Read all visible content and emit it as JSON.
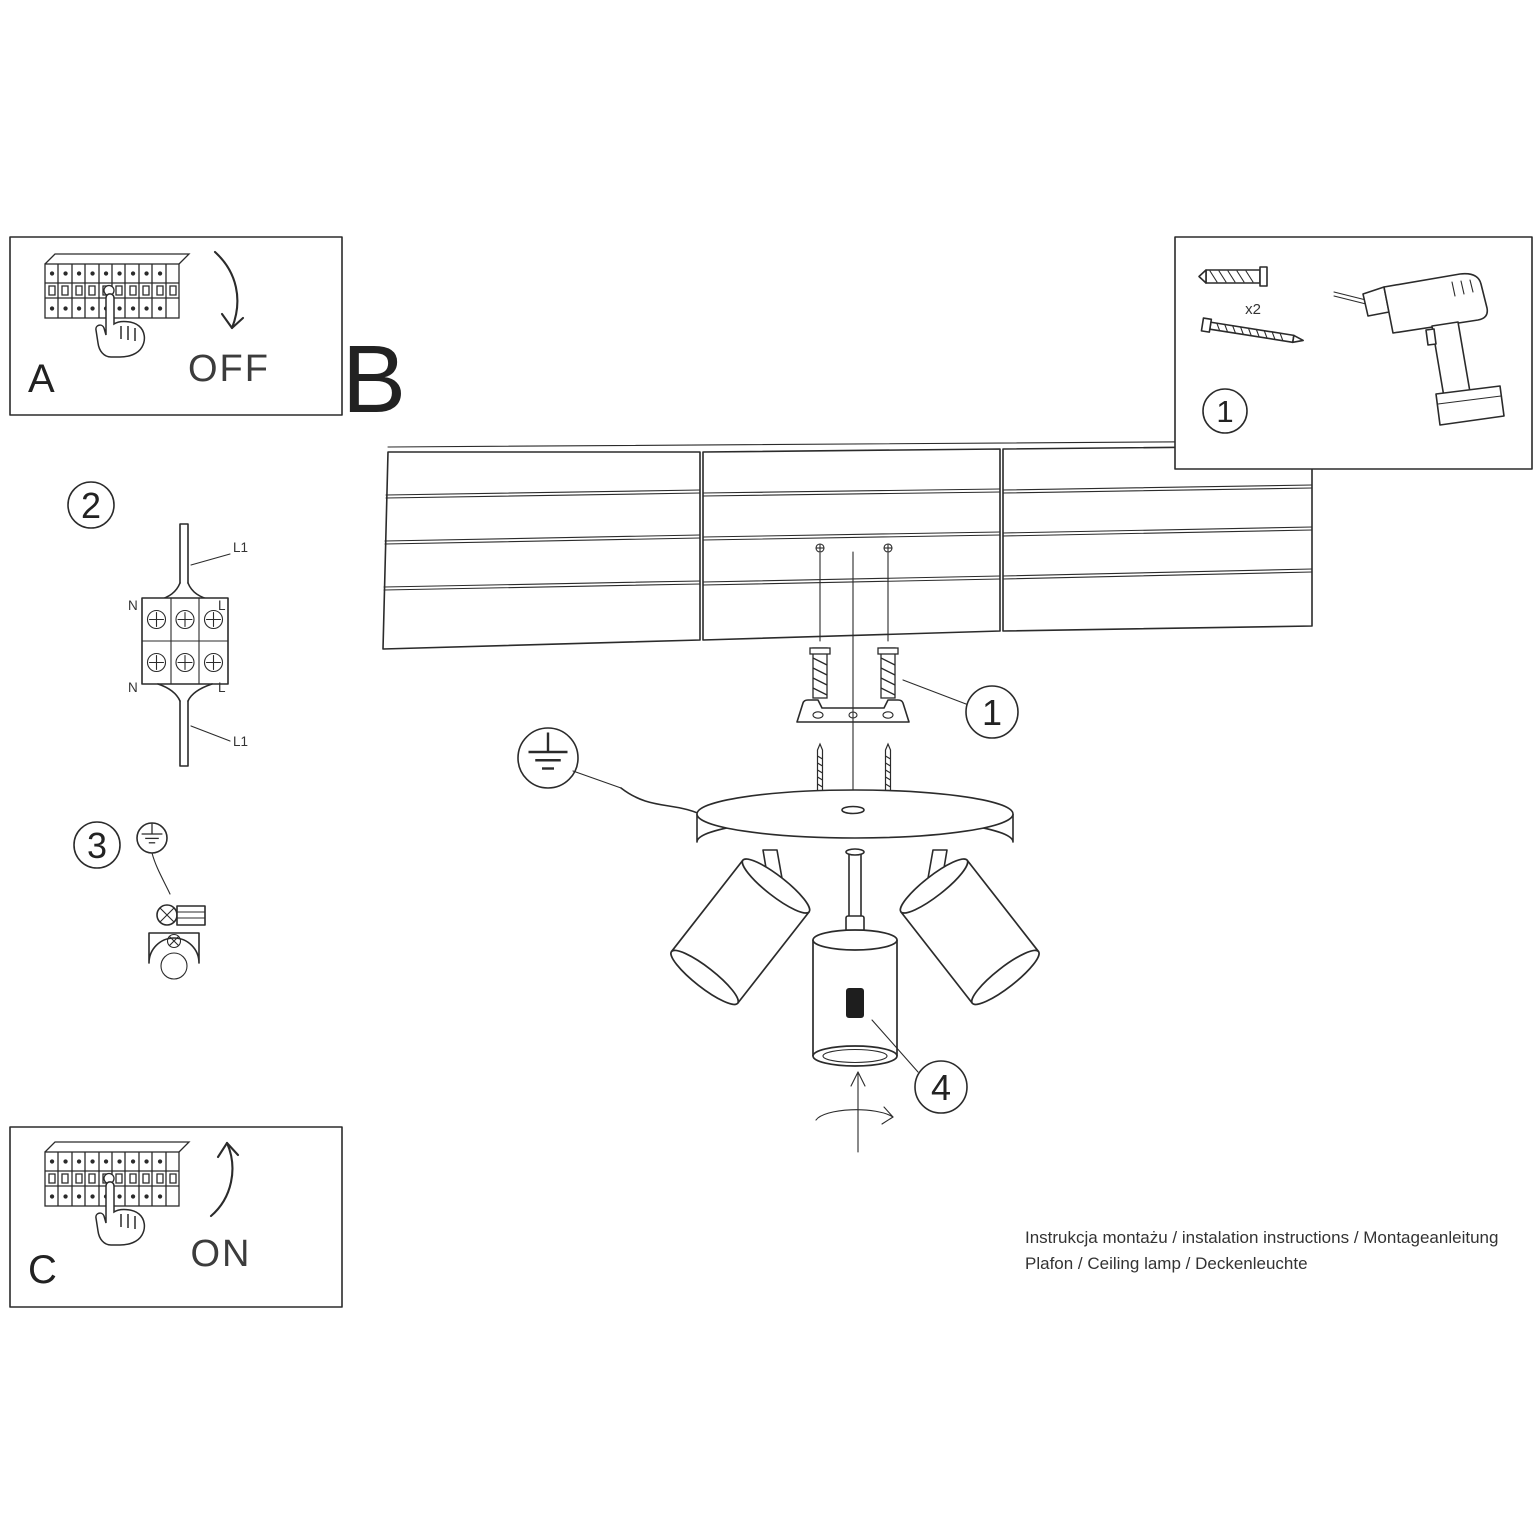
{
  "ink_color": "#2b2b2b",
  "sections": {
    "a": {
      "letter": "A",
      "switch_label": "OFF"
    },
    "b": {
      "letter": "B"
    },
    "c": {
      "letter": "C",
      "switch_label": "ON"
    },
    "tools": {
      "callout": "1",
      "anchor_quantity": "x2"
    }
  },
  "callouts": {
    "step1": "1",
    "step2": "2",
    "step3": "3",
    "step4": "4"
  },
  "wiring_labels": {
    "l1_top": "L1",
    "n_top": "N",
    "l_top": "L",
    "n_bottom": "N",
    "l_bottom": "L",
    "l1_bottom": "L1"
  },
  "footer": {
    "line1": "Instrukcja montażu / instalation instructions / Montageanleitung",
    "line2": "Plafon / Ceiling lamp / Deckenleuchte"
  }
}
